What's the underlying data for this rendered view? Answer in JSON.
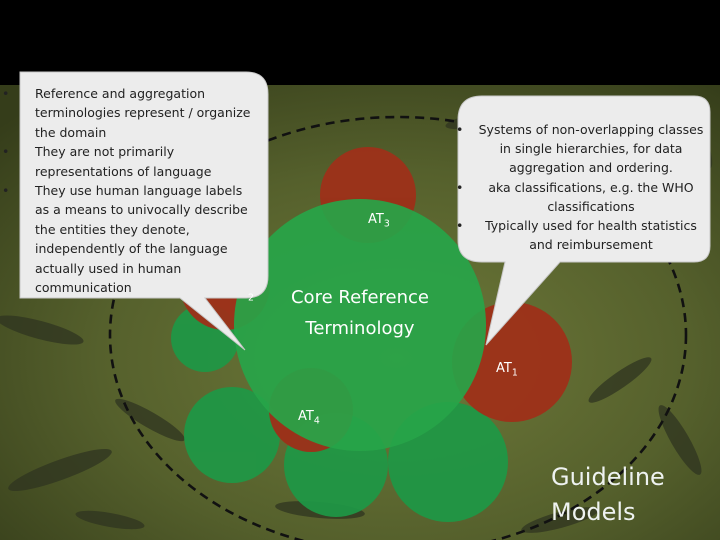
{
  "left_callout": {
    "items": [
      "Reference and aggregation terminologies represent / organize the domain",
      "They are not primarily representations of language",
      "They use human language labels as a means to univocally describe the entities they denote, independently of the language actually used in human communication"
    ]
  },
  "right_callout": {
    "items": [
      "Systems of non-overlapping classes in single hierarchies, for data aggregation and ordering.",
      "aka classifications, e.g. the WHO classifications",
      "Typically used for health statistics and reimbursement"
    ]
  },
  "diagram": {
    "core_label": "Core Reference Terminology",
    "at_prefix": "AT",
    "at3_index": "3",
    "at1_index": "1",
    "at4_index": "4",
    "at2_index": "2",
    "guideline_label": "Guideline Models"
  },
  "colors": {
    "background": "#000000",
    "water": "#4e5a2c",
    "core_green": "#2aa64a",
    "red_circle": "#a0301a",
    "callout_fill": "#ececec",
    "dashed_line": "#111111"
  }
}
